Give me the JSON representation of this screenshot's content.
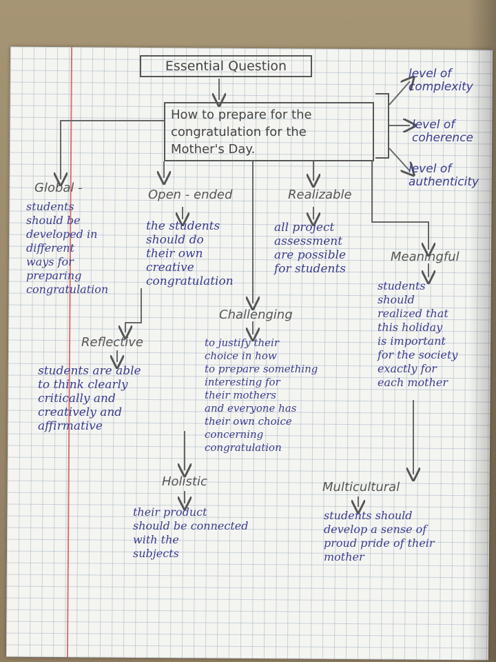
{
  "title": "Essential Question",
  "question": "How to prepare for the\ncongratulation for the\nMother's Day.",
  "levels": [
    "level of\ncomplexity",
    "level of\ncoherence",
    "level of\nauthenticity"
  ],
  "nodes": {
    "global": {
      "heading": "Global -",
      "body": "students\nshould be\ndeveloped in\ndifferent\nways for\npreparing\ncongratulation"
    },
    "open_ended": {
      "heading": "Open - ended",
      "body": "the students\nshould do\ntheir own\ncreative\ncongratulation"
    },
    "realizable": {
      "heading": "Realizable",
      "body": "all project\nassessment\nare possible\nfor students"
    },
    "meaningful": {
      "heading": "Meaningful",
      "body": "students\nshould\nrealized that\nthis holiday\nis important\nfor the society\nexactly for\neach mother"
    },
    "reflective": {
      "heading": "Reflective",
      "body": "students are able\nto think clearly\ncritically and\ncreatively and\naffirmative"
    },
    "challenging": {
      "heading": "Challenging",
      "body": "to justify their\nchoice in how\nto prepare something\ninteresting for\ntheir mothers\nand everyone has\ntheir own choice\nconcerning\ncongratulation"
    },
    "holistic": {
      "heading": "Holistic",
      "body": "their product\nshould be connected\nwith the\nsubjects"
    },
    "multicultural": {
      "heading": "Multicultural",
      "body": "students should\ndevelop a sense of\nproud pride of their\nmother"
    }
  },
  "colors": {
    "ink": "#3b3c8f",
    "pencil": "#555555",
    "margin": "#d35a5a",
    "paper": "#f4f5f1"
  }
}
